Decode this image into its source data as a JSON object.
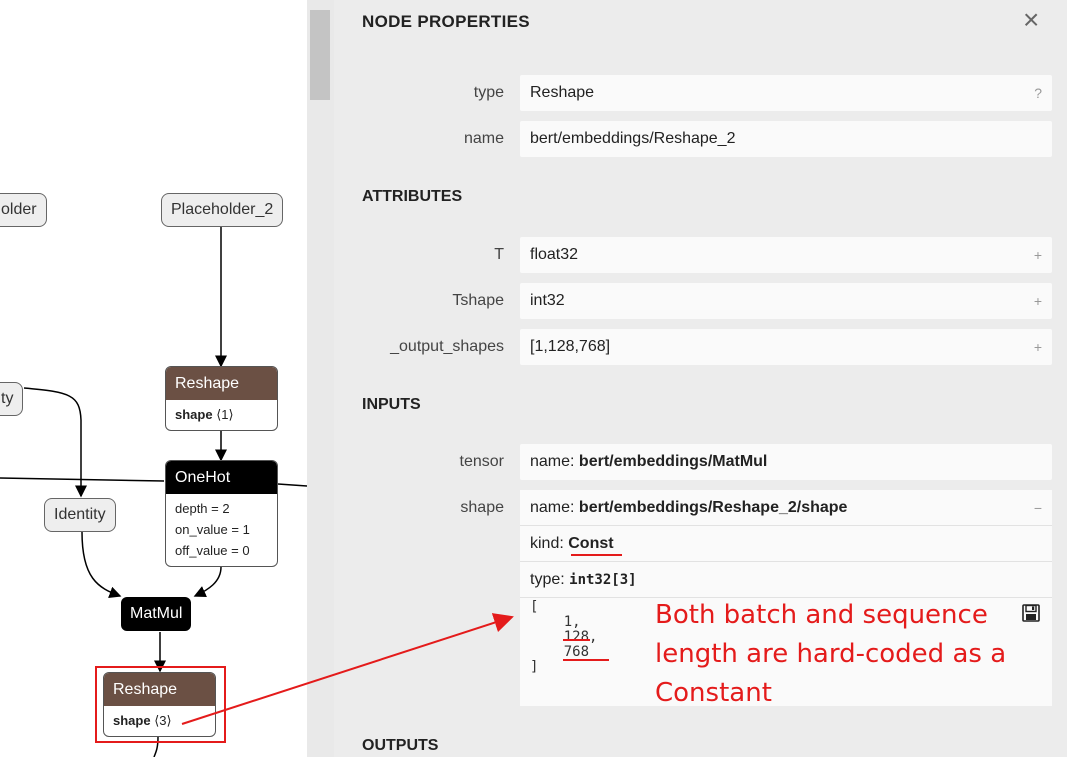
{
  "graph": {
    "nodes": {
      "placeholder_left": "older",
      "placeholder_2": "Placeholder_2",
      "identity_left": "ty",
      "identity": "Identity",
      "reshape_top": {
        "title": "Reshape",
        "attr_name": "shape",
        "attr_value": "⟨1⟩"
      },
      "onehot": {
        "title": "OneHot",
        "attrs": [
          "depth = 2",
          "on_value = 1",
          "off_value = 0"
        ]
      },
      "matmul": "MatMul",
      "reshape_bottom": {
        "title": "Reshape",
        "attr_name": "shape",
        "attr_value": "⟨3⟩"
      }
    }
  },
  "panel": {
    "title": "NODE PROPERTIES",
    "close_icon": "×",
    "properties": [
      {
        "label": "type",
        "value": "Reshape",
        "button": "?"
      },
      {
        "label": "name",
        "value": "bert/embeddings/Reshape_2",
        "button": ""
      }
    ],
    "attributes_header": "ATTRIBUTES",
    "attributes": [
      {
        "label": "T",
        "value": "float32",
        "button": "+"
      },
      {
        "label": "Tshape",
        "value": "int32",
        "button": "+"
      },
      {
        "label": "_output_shapes",
        "value": "[1,128,768]",
        "button": "+"
      }
    ],
    "inputs_header": "INPUTS",
    "inputs": {
      "tensor": {
        "label": "tensor",
        "name_prefix": "name: ",
        "name": "bert/embeddings/MatMul"
      },
      "shape": {
        "label": "shape",
        "name_prefix": "name: ",
        "name": "bert/embeddings/Reshape_2/shape",
        "button": "−",
        "kind_prefix": "kind: ",
        "kind": "Const",
        "type_prefix": "type: ",
        "type": "int32[3]",
        "value_lines": [
          "[",
          "    1,",
          "    128,",
          "    768",
          "]"
        ]
      }
    },
    "outputs_header": "OUTPUTS"
  },
  "annotation": {
    "text": "Both batch and sequence length are hard-coded as a Constant",
    "color": "#e41b1b"
  },
  "colors": {
    "reshape_header": "#6b5044",
    "panel_bg": "#ececec",
    "highlight": "#e41b1b"
  }
}
